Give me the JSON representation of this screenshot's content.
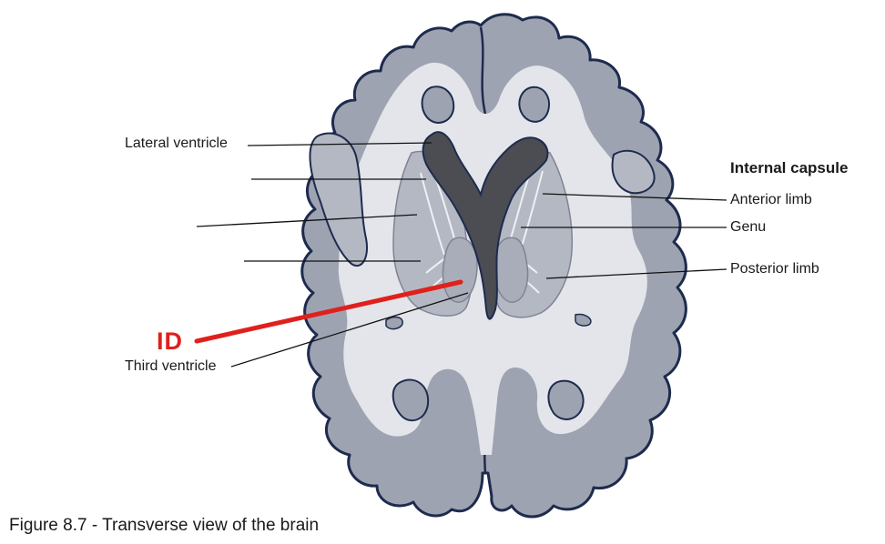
{
  "figure": {
    "caption": "Figure 8.7 - Transverse view of the brain",
    "colors": {
      "cortex": "#9ea3b1",
      "white_matter": "#e3e5ea",
      "basal_ganglia": "#b4b8c3",
      "ventricle": "#4b4d52",
      "outline": "#1d2b4e",
      "leader": "#111111",
      "id_marker": "#e0201c"
    },
    "labels": {
      "lateral_ventricle": "Lateral ventricle",
      "third_ventricle": "Third ventricle",
      "internal_capsule_heading": "Internal capsule",
      "anterior_limb": "Anterior limb",
      "genu": "Genu",
      "posterior_limb": "Posterior limb",
      "id_marker": "ID"
    }
  }
}
